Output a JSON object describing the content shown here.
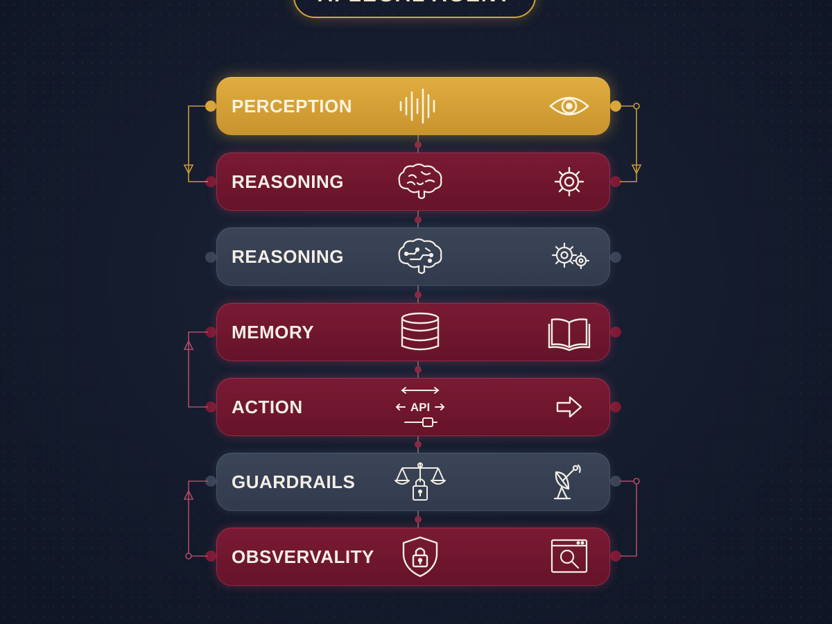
{
  "title": "AI LEGAL AGENT",
  "layers": [
    {
      "label": "PERCEPTION",
      "style": "gold",
      "center_icon": "waveform-icon",
      "right_icon": "eye-icon"
    },
    {
      "label": "REASONING",
      "style": "maroon",
      "center_icon": "brain-icon",
      "right_icon": "gear-icon"
    },
    {
      "label": "REASONING",
      "style": "slate",
      "center_icon": "brain-circuit-icon",
      "right_icon": "gears-icon"
    },
    {
      "label": "MEMORY",
      "style": "maroon",
      "center_icon": "database-icon",
      "right_icon": "open-book-icon"
    },
    {
      "label": "ACTION",
      "style": "maroon",
      "center_icon": "api-icon",
      "right_icon": "arrow-right-icon",
      "center_text": "API"
    },
    {
      "label": "GUARDRAILS",
      "style": "slate",
      "center_icon": "scales-lock-icon",
      "right_icon": "satellite-dish-icon"
    },
    {
      "label": "OBSVERVALITY",
      "style": "maroon",
      "center_icon": "shield-lock-icon",
      "right_icon": "monitor-search-icon"
    }
  ],
  "colors": {
    "gold": "#d9a63c",
    "maroon": "#6e162e",
    "slate": "#374153",
    "background": "#141b2c",
    "connector_gold": "#c99a3a",
    "connector_pink": "#b04a68",
    "icon_stroke": "#f3eee6"
  }
}
